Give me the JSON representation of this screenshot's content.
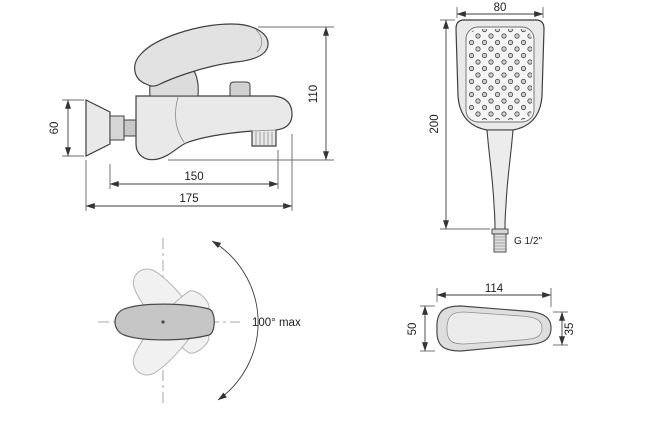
{
  "drawing_title": "bath-shower-mixer-technical-drawing",
  "colors": {
    "line": "#3f3f3f",
    "dim_line": "#3c3c3c",
    "fill_light": "#e9e9e9",
    "fill_mid": "#cfcfcf",
    "ghost": "#b5b5b5",
    "background": "#ffffff"
  },
  "mixer_side": {
    "dim_escutcheon": "60",
    "dim_height": "110",
    "dim_reach": "150",
    "dim_total": "175"
  },
  "hand_shower": {
    "dim_width": "80",
    "dim_length": "200",
    "thread": "G 1/2\""
  },
  "rotation": {
    "angle_label": "100° max"
  },
  "handle_top": {
    "dim_length": "114",
    "dim_width_wide": "50",
    "dim_width_narrow": "35"
  }
}
